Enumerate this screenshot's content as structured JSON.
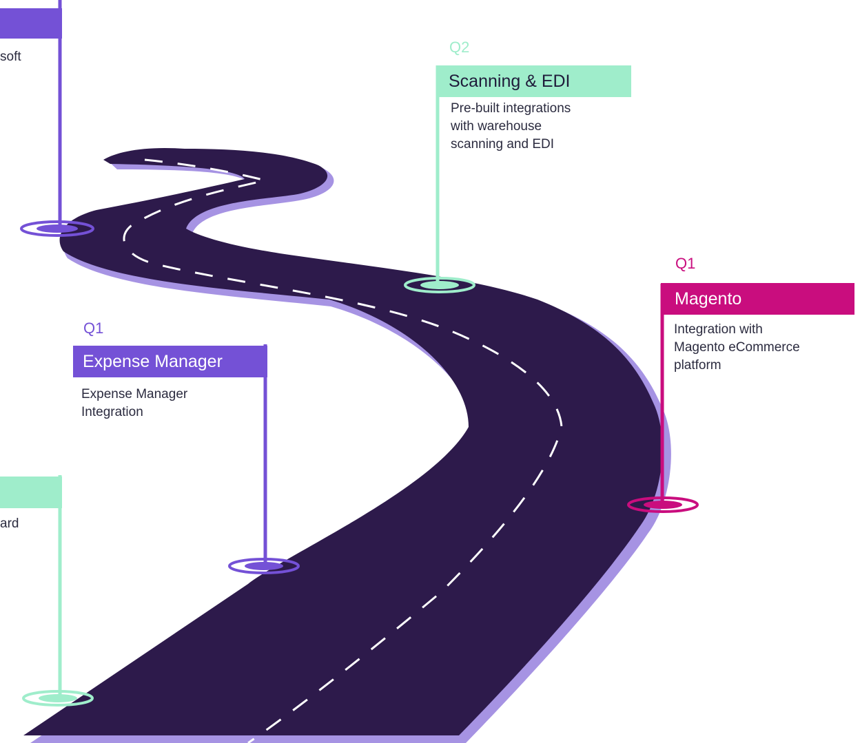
{
  "colors": {
    "road": "#2d1a4b",
    "road_shadow": "#a693e3",
    "purple": "#7451d6",
    "mint": "#9fedcb",
    "magenta": "#c90d7e",
    "dash": "#ffffff",
    "heading_text_dark": "#1f1b3a",
    "body_text": "#2b2b3f"
  },
  "milestones": {
    "microsoft": {
      "desc": "soft"
    },
    "scanning_edi": {
      "quarter": "Q2",
      "title": "Scanning & EDI",
      "desc": "Pre-built integrations\nwith warehouse\nscanning and EDI"
    },
    "magento": {
      "quarter": "Q1",
      "title": "Magento",
      "desc": "Integration with\nMagento eCommerce\nplatform"
    },
    "expense_manager": {
      "quarter": "Q1",
      "title": "Expense Manager",
      "desc": "Expense Manager\nIntegration"
    },
    "bottom_left": {
      "desc": "ard"
    }
  }
}
